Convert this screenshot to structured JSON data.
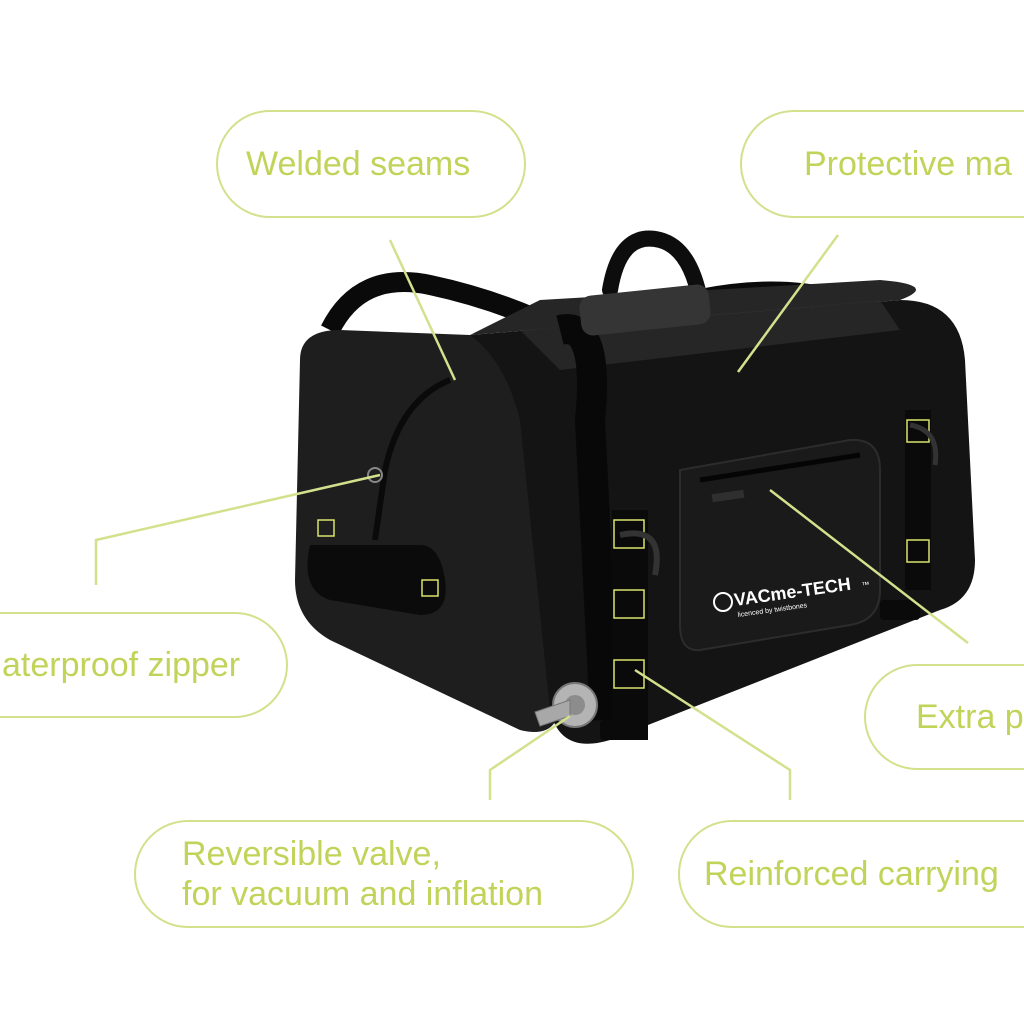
{
  "callouts": {
    "welded_seams": "Welded seams",
    "protective_material": "Protective ma",
    "waterproof_zipper": "aterproof zipper",
    "extra_pocket": "Extra p",
    "reversible_valve_line1": "Reversible valve,",
    "reversible_valve_line2": "for vacuum and inflation",
    "reinforced_carrying": "Reinforced carrying"
  },
  "product": {
    "brand_main": "VACme-TECH",
    "brand_tm": "™",
    "brand_sub": "licenced by twistbones"
  },
  "colors": {
    "accent": "#c2d35a",
    "outline": "#d4e08c",
    "bag": "#1c1c1c",
    "stitch": "#d9e36a"
  }
}
